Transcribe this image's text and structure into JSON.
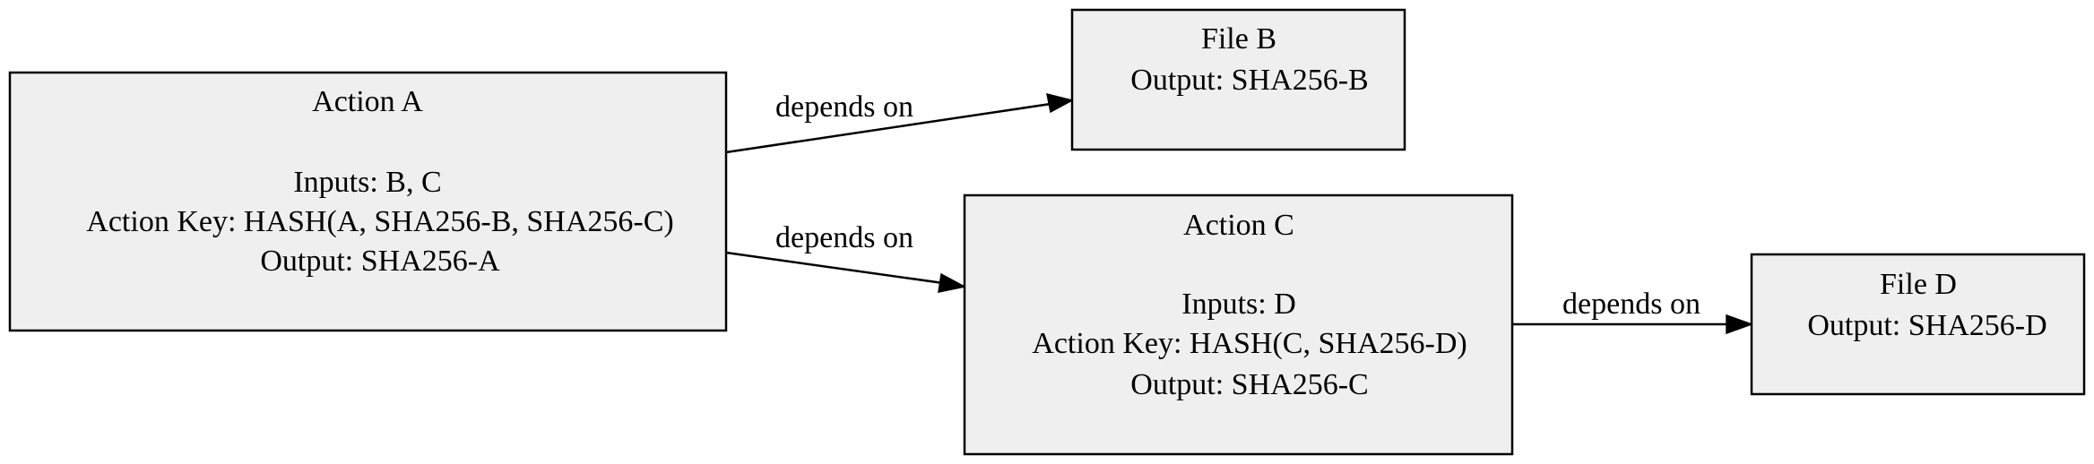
{
  "nodes": [
    {
      "id": "action-a",
      "lines": [
        "Action A",
        "",
        "Inputs: B, C",
        "Action Key: HASH(A, SHA256-B, SHA256-C)",
        "Output: SHA256-A"
      ]
    },
    {
      "id": "file-b",
      "lines": [
        "File B",
        "Output: SHA256-B"
      ]
    },
    {
      "id": "action-c",
      "lines": [
        "Action C",
        "",
        "Inputs: D",
        "Action Key: HASH(C, SHA256-D)",
        "Output: SHA256-C"
      ]
    },
    {
      "id": "file-d",
      "lines": [
        "File D",
        "Output: SHA256-D"
      ]
    }
  ],
  "edges": [
    {
      "from": "action-a",
      "to": "file-b",
      "label": "depends on"
    },
    {
      "from": "action-a",
      "to": "action-c",
      "label": "depends on"
    },
    {
      "from": "action-c",
      "to": "file-d",
      "label": "depends on"
    }
  ],
  "colors": {
    "node_fill": "#efefef",
    "stroke": "#000000"
  }
}
